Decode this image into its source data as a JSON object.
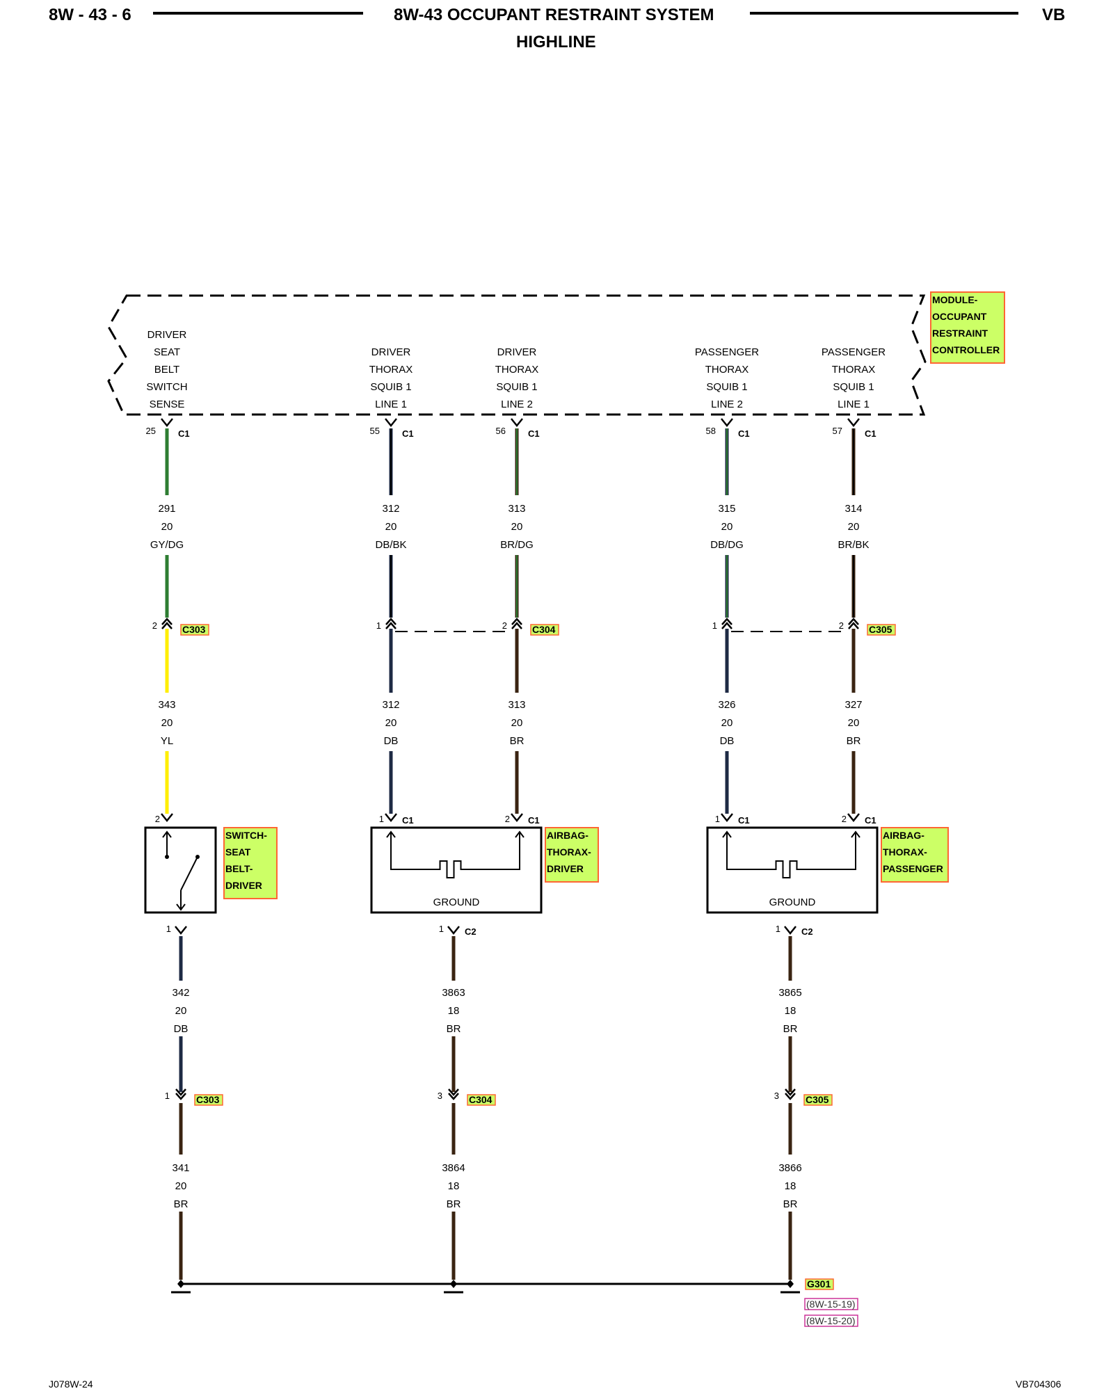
{
  "header": {
    "page_id": "8W - 43 - 6",
    "title": "8W-43 OCCUPANT RESTRAINT SYSTEM",
    "subtitle": "HIGHLINE",
    "model_code": "VB"
  },
  "footer": {
    "left_code": "J078W-24",
    "right_code": "VB704306"
  },
  "module": {
    "name_lines": [
      "MODULE-",
      "OCCUPANT",
      "RESTRAINT",
      "CONTROLLER"
    ]
  },
  "circuits": [
    {
      "name_lines": [
        "DRIVER",
        "SEAT",
        "BELT",
        "SWITCH",
        "SENSE"
      ],
      "cavity": "25",
      "connector": "C1",
      "upper_wire": {
        "circuit": "291",
        "gauge": "20",
        "color": "GY/DG"
      },
      "mid_cavity": "2",
      "mid_connector": "C303",
      "lower_wire": {
        "circuit": "343",
        "gauge": "20",
        "color": "YL"
      },
      "device_cavity": "2",
      "device_connector": ""
    },
    {
      "name_lines": [
        "DRIVER",
        "THORAX",
        "SQUIB 1",
        "LINE 1"
      ],
      "cavity": "55",
      "connector": "C1",
      "upper_wire": {
        "circuit": "312",
        "gauge": "20",
        "color": "DB/BK"
      },
      "mid_cavity": "1",
      "mid_connector": "",
      "lower_wire": {
        "circuit": "312",
        "gauge": "20",
        "color": "DB"
      },
      "device_cavity": "1",
      "device_connector": "C1"
    },
    {
      "name_lines": [
        "DRIVER",
        "THORAX",
        "SQUIB 1",
        "LINE 2"
      ],
      "cavity": "56",
      "connector": "C1",
      "upper_wire": {
        "circuit": "313",
        "gauge": "20",
        "color": "BR/DG"
      },
      "mid_cavity": "2",
      "mid_connector": "C304",
      "lower_wire": {
        "circuit": "313",
        "gauge": "20",
        "color": "BR"
      },
      "device_cavity": "2",
      "device_connector": "C1"
    },
    {
      "name_lines": [
        "PASSENGER",
        "THORAX",
        "SQUIB 1",
        "LINE 2"
      ],
      "cavity": "58",
      "connector": "C1",
      "upper_wire": {
        "circuit": "315",
        "gauge": "20",
        "color": "DB/DG"
      },
      "mid_cavity": "1",
      "mid_connector": "",
      "lower_wire": {
        "circuit": "326",
        "gauge": "20",
        "color": "DB"
      },
      "device_cavity": "1",
      "device_connector": "C1"
    },
    {
      "name_lines": [
        "PASSENGER",
        "THORAX",
        "SQUIB 1",
        "LINE 1"
      ],
      "cavity": "57",
      "connector": "C1",
      "upper_wire": {
        "circuit": "314",
        "gauge": "20",
        "color": "BR/BK"
      },
      "mid_cavity": "2",
      "mid_connector": "C305",
      "lower_wire": {
        "circuit": "327",
        "gauge": "20",
        "color": "BR"
      },
      "device_cavity": "2",
      "device_connector": "C1"
    }
  ],
  "devices": [
    {
      "name_lines": [
        "SWITCH-",
        "SEAT",
        "BELT-",
        "DRIVER"
      ],
      "label": ""
    },
    {
      "name_lines": [
        "AIRBAG-",
        "THORAX-",
        "DRIVER"
      ],
      "label": "GROUND"
    },
    {
      "name_lines": [
        "AIRBAG-",
        "THORAX-",
        "PASSENGER"
      ],
      "label": "GROUND"
    }
  ],
  "ground_paths": [
    {
      "top_cavity": "1",
      "top_connector": "",
      "upper_wire": {
        "circuit": "342",
        "gauge": "20",
        "color": "DB"
      },
      "mid_cavity": "1",
      "mid_connector": "C303",
      "lower_wire": {
        "circuit": "341",
        "gauge": "20",
        "color": "BR"
      }
    },
    {
      "top_cavity": "1",
      "top_connector": "C2",
      "upper_wire": {
        "circuit": "3863",
        "gauge": "18",
        "color": "BR"
      },
      "mid_cavity": "3",
      "mid_connector": "C304",
      "lower_wire": {
        "circuit": "3864",
        "gauge": "18",
        "color": "BR"
      }
    },
    {
      "top_cavity": "1",
      "top_connector": "C2",
      "upper_wire": {
        "circuit": "3865",
        "gauge": "18",
        "color": "BR"
      },
      "mid_cavity": "3",
      "mid_connector": "C305",
      "lower_wire": {
        "circuit": "3866",
        "gauge": "18",
        "color": "BR"
      }
    }
  ],
  "ground": {
    "name": "G301",
    "refs": [
      "(8W-15-19)",
      "(8W-15-20)"
    ]
  },
  "colors": {
    "highlight": "#ccff66",
    "highlight_border": "#ff6633",
    "ref_border": "#cc3399",
    "wire_green": "#2e7d32",
    "wire_blue": "#1e2a44",
    "wire_brown": "#3a2412",
    "wire_yellow": "#ffee00",
    "wire_black": "#000000"
  }
}
